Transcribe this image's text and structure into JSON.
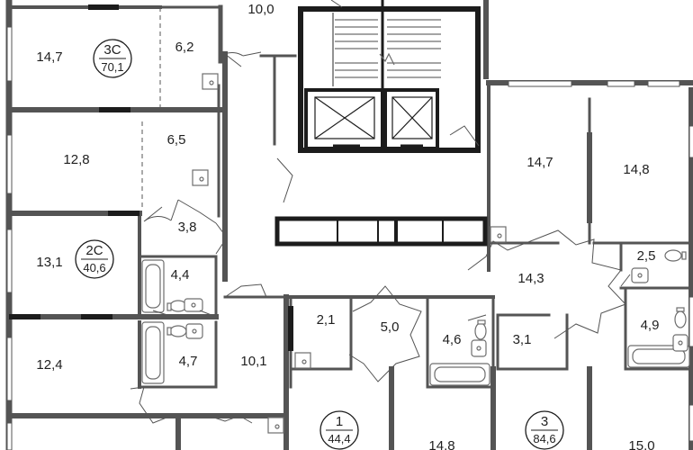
{
  "colors": {
    "wall": "#545454",
    "wall_thin": "#6d6d6d",
    "core": "#1c1c1c",
    "fixture": "#8a8a8a",
    "text": "#1f1f1f",
    "background": "#ffffff"
  },
  "apartments": [
    {
      "code": "3С",
      "total": "70,1"
    },
    {
      "code": "2С",
      "total": "40,6"
    },
    {
      "code": "1",
      "total": "44,4"
    },
    {
      "code": "3",
      "total": "84,6"
    }
  ],
  "rooms": [
    {
      "area": "14,7"
    },
    {
      "area": "6,2"
    },
    {
      "area": "10,0"
    },
    {
      "area": "12,8"
    },
    {
      "area": "6,5"
    },
    {
      "area": "14,7"
    },
    {
      "area": "14,8"
    },
    {
      "area": "3,8"
    },
    {
      "area": "13,1"
    },
    {
      "area": "4,4"
    },
    {
      "area": "2,5"
    },
    {
      "area": "14,3"
    },
    {
      "area": "2,1"
    },
    {
      "area": "5,0"
    },
    {
      "area": "4,6"
    },
    {
      "area": "3,1"
    },
    {
      "area": "4,9"
    },
    {
      "area": "12,4"
    },
    {
      "area": "4,7"
    },
    {
      "area": "10,1"
    },
    {
      "area": "14,8"
    },
    {
      "area": "15,0"
    }
  ],
  "icons": {
    "elevator": "elevator-icon",
    "staircase": "staircase-icon",
    "sink": "sink-icon",
    "bathtub": "bathtub-icon",
    "toilet": "toilet-icon",
    "door": "door-swing-icon"
  }
}
